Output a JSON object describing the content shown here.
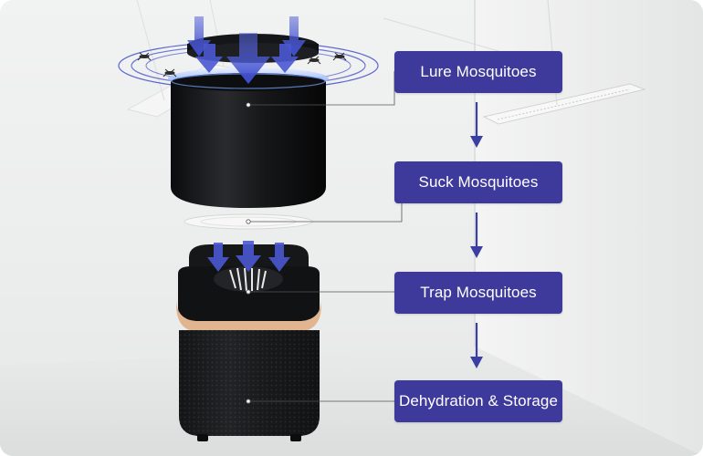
{
  "steps": [
    {
      "label": "Lure Mosquitoes"
    },
    {
      "label": "Suck Mosquitoes"
    },
    {
      "label": "Trap Mosquitoes"
    },
    {
      "label": "Dehydration & Storage"
    }
  ],
  "colors": {
    "step_box": "#3e3a9c",
    "flow_arrow": "#3b3fa3",
    "airflow_arrow": "#4a58d0",
    "device_body": "#111214",
    "trim_ring": "#e1b58f",
    "uv_glow": "#5f8fff",
    "leader_line": "#555555"
  },
  "icons": [
    "flow-arrow-down-icon",
    "airflow-arrow-icon",
    "mosquito-icon"
  ]
}
